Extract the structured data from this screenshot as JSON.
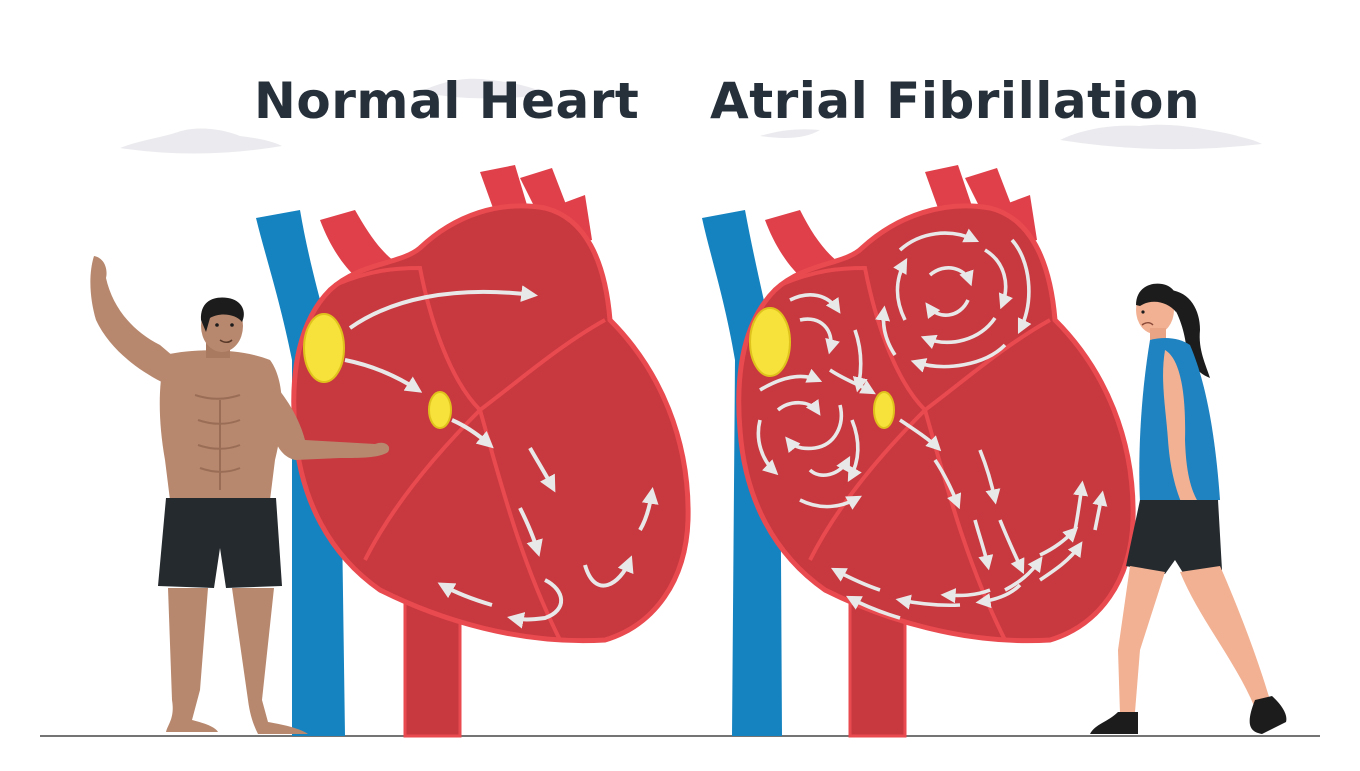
{
  "titles": {
    "left": "Normal Heart",
    "right": "Atrial Fibrillation"
  },
  "colors": {
    "heart_fill": "#c8383f",
    "heart_dark": "#b32e36",
    "heart_outline": "#e84a4f",
    "vein": "#1583c0",
    "node_yellow": "#f6e23a",
    "arrow": "#e8e8e8",
    "title": "#26303a",
    "cloud": "#ebebef",
    "skin_man": "#b8886e",
    "skin_woman": "#f2b193",
    "shorts": "#252a2e",
    "top_woman": "#1f82c1"
  },
  "icons": [
    "heart-illustration",
    "man-figure",
    "woman-figure",
    "cloud-shape"
  ]
}
